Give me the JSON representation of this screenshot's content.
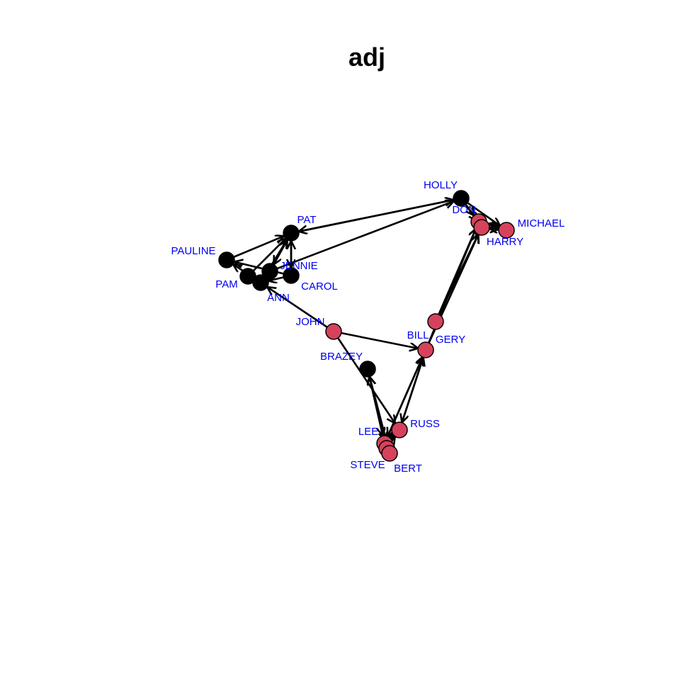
{
  "title": "adj",
  "colors": {
    "group_black": "#000000",
    "group_red": "#d6425c",
    "label": "#0000ee",
    "edge": "#000000"
  },
  "nodes": [
    {
      "id": "HOLLY",
      "label": "HOLLY",
      "group": "black"
    },
    {
      "id": "DON",
      "label": "DON",
      "group": "red"
    },
    {
      "id": "MICHAEL",
      "label": "MICHAEL",
      "group": "red"
    },
    {
      "id": "HARRY",
      "label": "HARRY",
      "group": "red"
    },
    {
      "id": "PAT",
      "label": "PAT",
      "group": "black"
    },
    {
      "id": "PAULINE",
      "label": "PAULINE",
      "group": "black"
    },
    {
      "id": "JENNIE",
      "label": "JENNIE",
      "group": "black"
    },
    {
      "id": "CAROL",
      "label": "CAROL",
      "group": "black"
    },
    {
      "id": "PAM",
      "label": "PAM",
      "group": "black"
    },
    {
      "id": "ANN",
      "label": "ANN",
      "group": "black"
    },
    {
      "id": "JOHN",
      "label": "JOHN",
      "group": "red"
    },
    {
      "id": "BILL",
      "label": "BILL",
      "group": "red"
    },
    {
      "id": "GERY",
      "label": "GERY",
      "group": "red"
    },
    {
      "id": "BRAZEY",
      "label": "BRAZEY",
      "group": "black"
    },
    {
      "id": "RUSS",
      "label": "RUSS",
      "group": "red"
    },
    {
      "id": "LEE",
      "label": "LEE",
      "group": "red"
    },
    {
      "id": "STEVE",
      "label": "STEVE",
      "group": "red"
    },
    {
      "id": "BERT",
      "label": "BERT",
      "group": "red"
    }
  ],
  "edges": [
    {
      "from": "HOLLY",
      "to": "PAT"
    },
    {
      "from": "PAT",
      "to": "HOLLY"
    },
    {
      "from": "JENNIE",
      "to": "HOLLY"
    },
    {
      "from": "HOLLY",
      "to": "DON"
    },
    {
      "from": "HOLLY",
      "to": "MICHAEL"
    },
    {
      "from": "HOLLY",
      "to": "HARRY"
    },
    {
      "from": "DON",
      "to": "MICHAEL"
    },
    {
      "from": "MICHAEL",
      "to": "DON"
    },
    {
      "from": "MICHAEL",
      "to": "HARRY"
    },
    {
      "from": "HARRY",
      "to": "MICHAEL"
    },
    {
      "from": "PAULINE",
      "to": "PAT"
    },
    {
      "from": "PAULINE",
      "to": "ANN"
    },
    {
      "from": "ANN",
      "to": "PAULINE"
    },
    {
      "from": "CAROL",
      "to": "PAULINE"
    },
    {
      "from": "PAT",
      "to": "JENNIE"
    },
    {
      "from": "JENNIE",
      "to": "PAT"
    },
    {
      "from": "PAT",
      "to": "CAROL"
    },
    {
      "from": "CAROL",
      "to": "PAT"
    },
    {
      "from": "ANN",
      "to": "PAT"
    },
    {
      "from": "PAM",
      "to": "PAT"
    },
    {
      "from": "JENNIE",
      "to": "ANN"
    },
    {
      "from": "CAROL",
      "to": "ANN"
    },
    {
      "from": "JOHN",
      "to": "ANN"
    },
    {
      "from": "JOHN",
      "to": "GERY"
    },
    {
      "from": "JOHN",
      "to": "RUSS"
    },
    {
      "from": "BILL",
      "to": "DON"
    },
    {
      "from": "BILL",
      "to": "HARRY"
    },
    {
      "from": "GERY",
      "to": "DON"
    },
    {
      "from": "GERY",
      "to": "HARRY"
    },
    {
      "from": "RUSS",
      "to": "GERY"
    },
    {
      "from": "GERY",
      "to": "RUSS"
    },
    {
      "from": "LEE",
      "to": "GERY"
    },
    {
      "from": "GERY",
      "to": "LEE"
    },
    {
      "from": "BRAZEY",
      "to": "LEE"
    },
    {
      "from": "LEE",
      "to": "BRAZEY"
    },
    {
      "from": "BRAZEY",
      "to": "STEVE"
    },
    {
      "from": "STEVE",
      "to": "BRAZEY"
    },
    {
      "from": "BRAZEY",
      "to": "BERT"
    },
    {
      "from": "RUSS",
      "to": "LEE"
    },
    {
      "from": "LEE",
      "to": "RUSS"
    },
    {
      "from": "STEVE",
      "to": "RUSS"
    },
    {
      "from": "BERT",
      "to": "STEVE"
    }
  ]
}
